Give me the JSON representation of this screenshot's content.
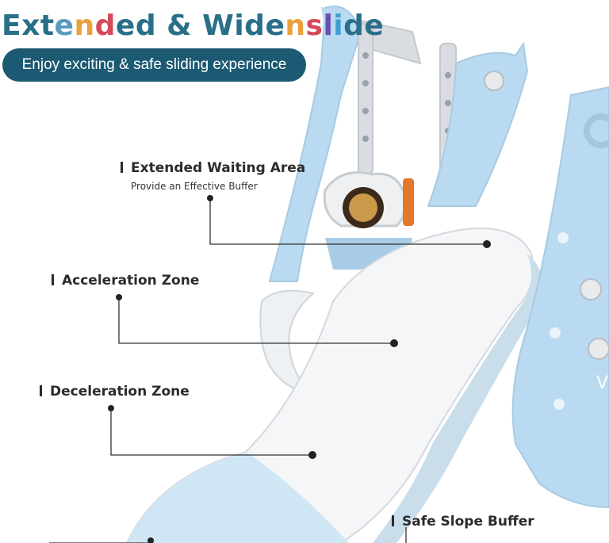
{
  "header": {
    "title_parts": [
      "E",
      "x",
      "t",
      "e",
      "n",
      "d",
      "e",
      "d",
      " ",
      "&",
      " ",
      "W",
      "i",
      "d",
      "e",
      "n",
      "s",
      "l",
      "i",
      "d",
      "e"
    ],
    "title_colors": [
      "#2a6f8a",
      "#2a6f8a",
      "#2a6f8a",
      "#5a9ac0",
      "#e9a23b",
      "#d44a5a",
      "#2a6f8a",
      "#2a6f8a",
      "#2a6f8a",
      "#2a6f8a",
      "#2a6f8a",
      "#2a6f8a",
      "#2a6f8a",
      "#2a6f8a",
      "#2a6f8a",
      "#e9a23b",
      "#d44a5a",
      "#6a4fb0",
      "#3f9fd0",
      "#2a6f8a",
      "#2a6f8a"
    ],
    "subtitle": "Enjoy exciting & safe sliding experience",
    "accent": "#1b5a72"
  },
  "annotations": [
    {
      "title": "Extended Waiting Area",
      "subtitle": "Provide an Effective Buffer"
    },
    {
      "title": "Acceleration Zone"
    },
    {
      "title": "Deceleration Zone"
    },
    {
      "title": "Safe Slope Buffer"
    }
  ],
  "product": {
    "colors": {
      "frame": "#b9daf0",
      "frame_dark": "#8fbedd",
      "slide": "#f4f6f8",
      "swing": "#d9dde2",
      "accent": "#e4772b"
    },
    "badge_text": "V"
  }
}
